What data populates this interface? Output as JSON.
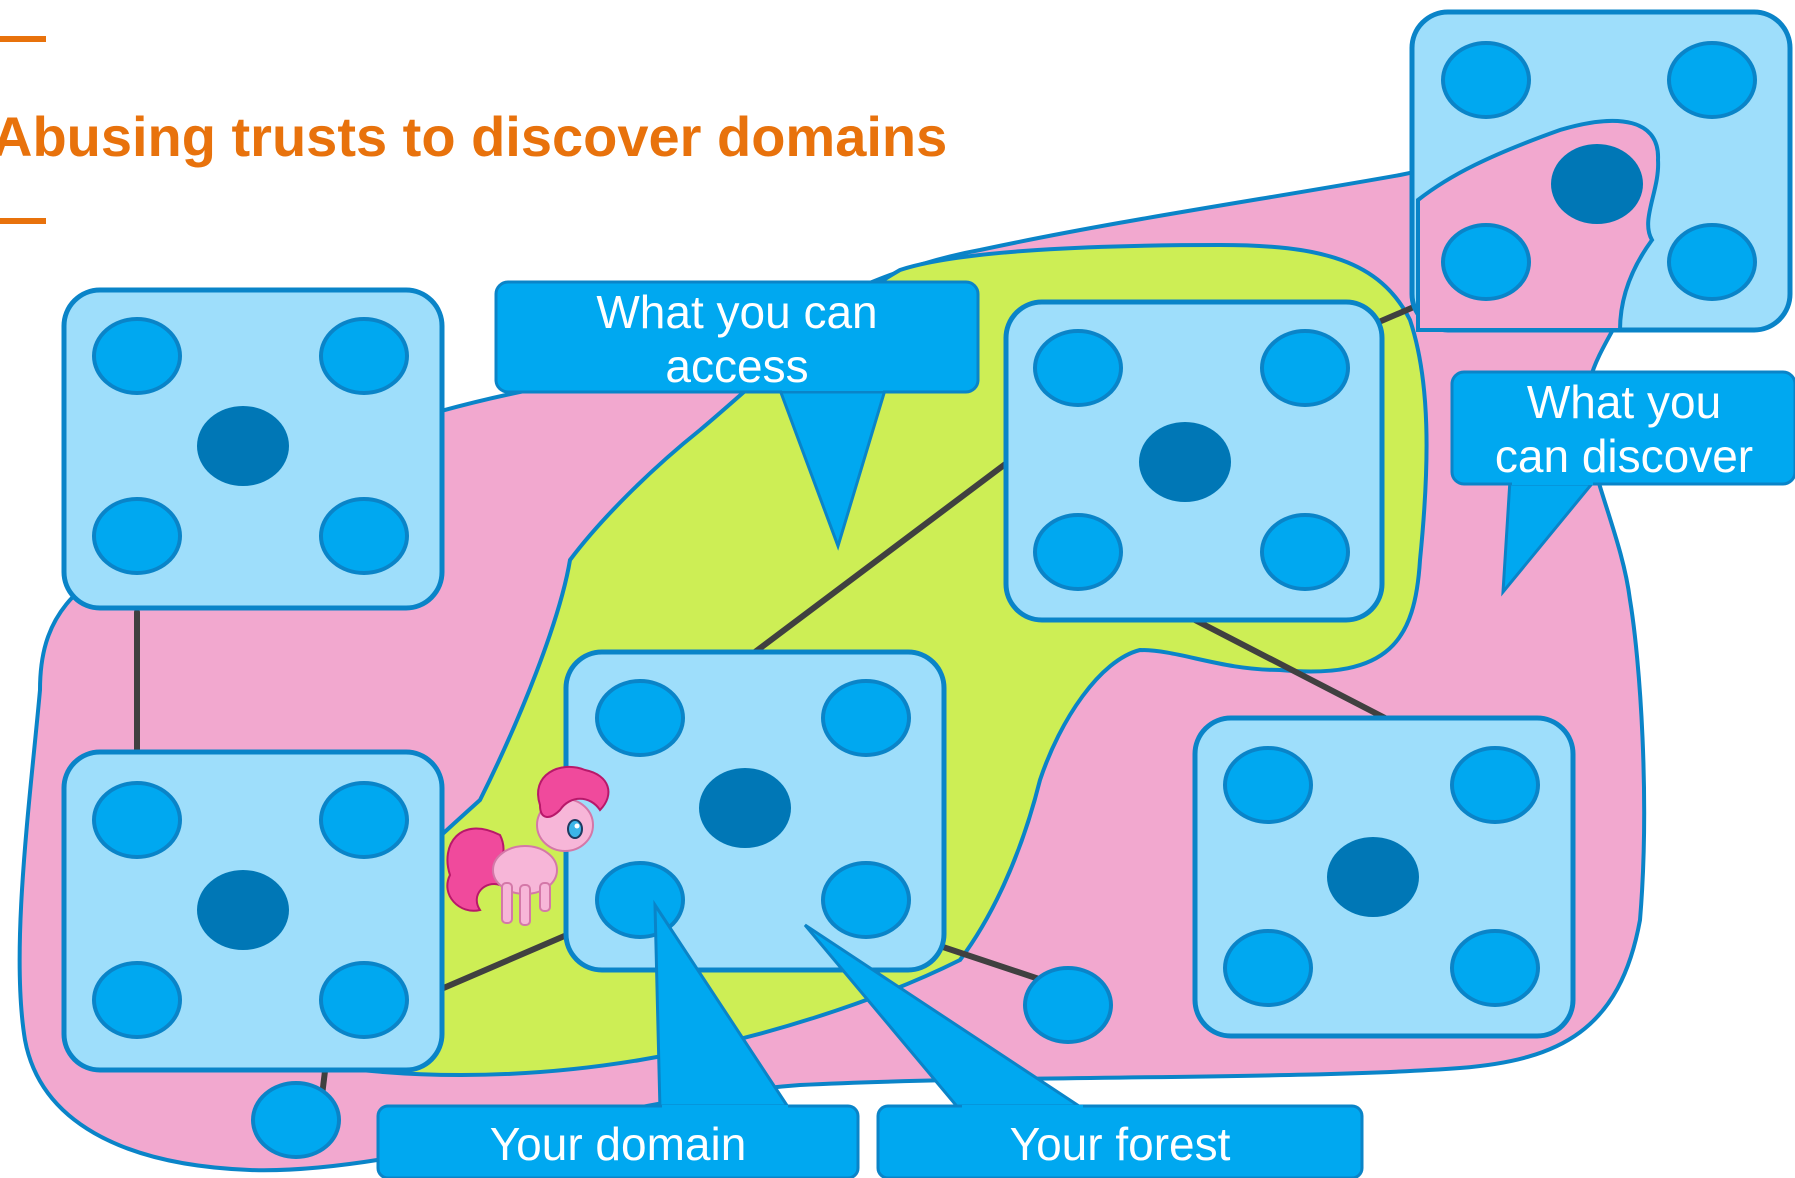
{
  "slide": {
    "title": "Abusing trusts to discover domains"
  },
  "callouts": {
    "access": [
      "What you can",
      "access"
    ],
    "discover": [
      "What you",
      "can discover"
    ],
    "your_domain": "Your domain",
    "your_forest": "Your forest"
  },
  "colors": {
    "title": "#E8720C",
    "accent_bar": "#E8720C",
    "discover_region": "#F2A8CF",
    "access_region": "#CDEE55",
    "region_outline": "#0A84C8",
    "domain_box_fill": "#9EDEFB",
    "domain_box_stroke": "#0A84C8",
    "host_fill": "#00A8F0",
    "dc_fill": "#0077B6",
    "callout_fill": "#00A8F0",
    "trust_line": "#404040"
  },
  "icons": {
    "mascot": "pony-mascot-icon"
  }
}
